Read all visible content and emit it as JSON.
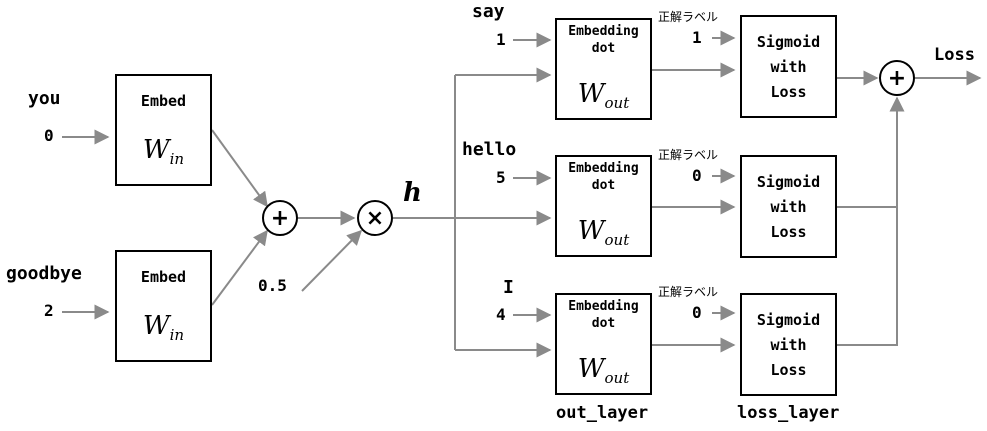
{
  "left": {
    "inputs": [
      {
        "word": "you",
        "index": "0"
      },
      {
        "word": "goodbye",
        "index": "2"
      }
    ],
    "embed_label": "Embed",
    "w_in": {
      "base": "W",
      "sub": "in"
    }
  },
  "ops": {
    "plus": "+",
    "times": "×",
    "scale": "0.5",
    "hidden_symbol": "h"
  },
  "out_column": {
    "title_line1": "Embedding",
    "title_line2": "dot",
    "w_out": {
      "base": "W",
      "sub": "out"
    },
    "rows": [
      {
        "word": "say",
        "index": "1"
      },
      {
        "word": "hello",
        "index": "5"
      },
      {
        "word": "I",
        "index": "4"
      }
    ],
    "column_label": "out_layer"
  },
  "loss_column": {
    "target_label": "正解ラベル",
    "box_lines": [
      "Sigmoid",
      "with",
      "Loss"
    ],
    "rows": [
      {
        "target": "1"
      },
      {
        "target": "0"
      },
      {
        "target": "0"
      }
    ],
    "column_label": "loss_layer"
  },
  "output": {
    "plus": "+",
    "label": "Loss"
  },
  "colors": {
    "arrow": "#8a8a8a",
    "border": "#000000",
    "background": "#ffffff"
  }
}
